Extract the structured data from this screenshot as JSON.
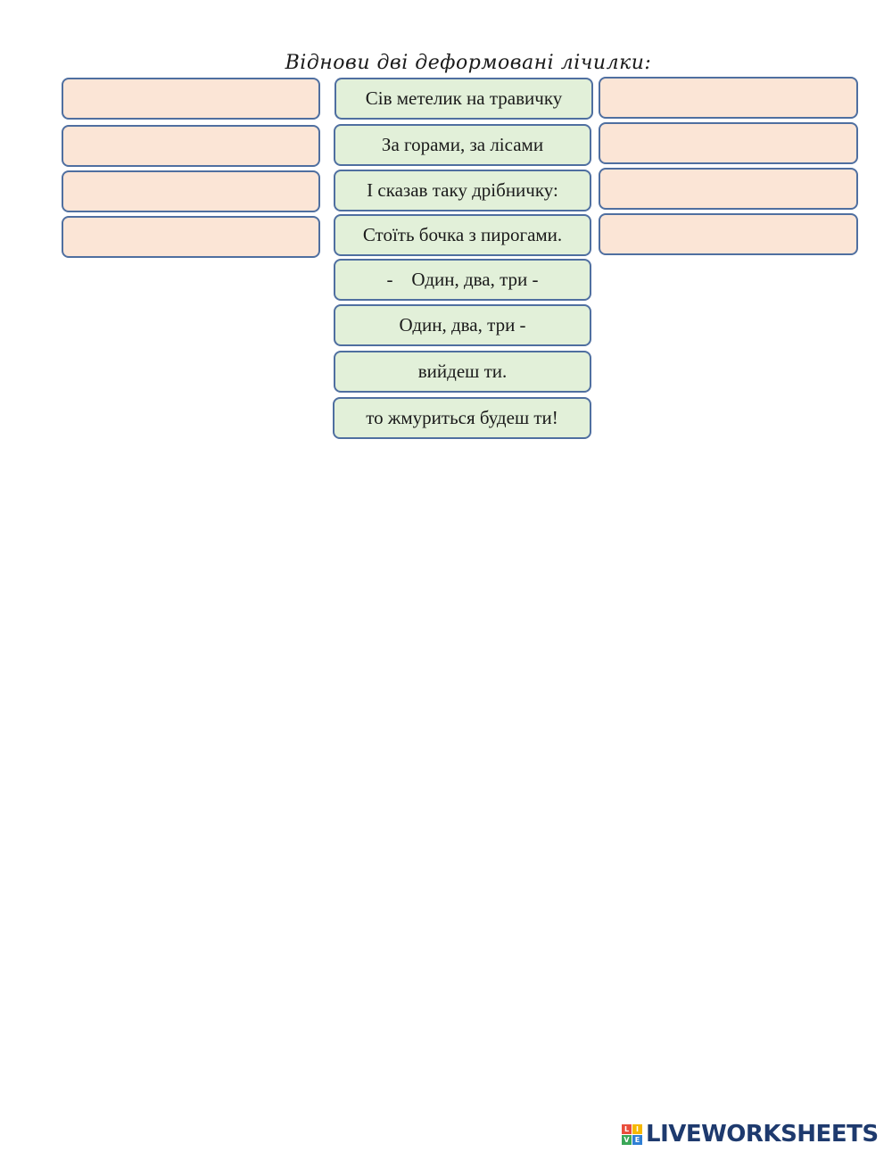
{
  "worksheet": {
    "title": "Віднови дві деформовані лічилки:"
  },
  "tiles": [
    "Сів метелик на травичку",
    "За горами, за лісами",
    "І сказав таку дрібничку:",
    "Стоїть бочка з пирогами.",
    "-    Один, два, три -",
    "Один, два, три -",
    "вийдеш ти.",
    "то жмуриться будеш ти!"
  ],
  "colors": {
    "slot_fill": "#fbe5d6",
    "tile_fill": "#e2f0d9",
    "border": "#4f6fa0"
  },
  "footer": {
    "logo_letters": [
      "L",
      "I",
      "V",
      "E"
    ],
    "brand": "LIVEWORKSHEETS"
  }
}
